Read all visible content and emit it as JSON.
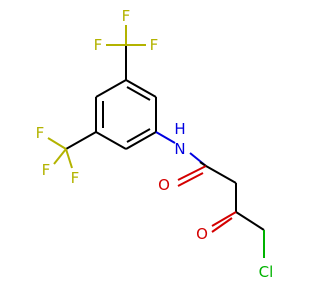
{
  "molecule": {
    "colors": {
      "carbon_bond": "#000000",
      "oxygen": "#d40000",
      "fluorine": "#b3b300",
      "nitrogen": "#0000e0",
      "chlorine": "#00b300"
    },
    "labels": {
      "f1": "F",
      "f2": "F",
      "f3": "F",
      "f4": "F",
      "f5": "F",
      "f6": "F",
      "nh": "N",
      "h": "H",
      "o_amide": "O",
      "o_ketone": "O",
      "cl": "Cl"
    }
  }
}
